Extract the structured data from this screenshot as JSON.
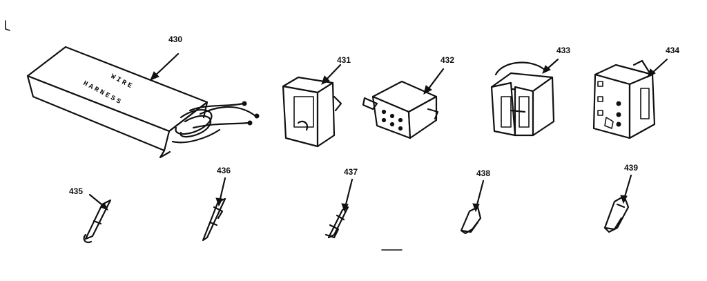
{
  "diagram": {
    "callouts": {
      "c430": "430",
      "c431": "431",
      "c432": "432",
      "c433": "433",
      "c434": "434",
      "c435": "435",
      "c436": "436",
      "c437": "437",
      "c438": "438",
      "c439": "439"
    },
    "box_text": {
      "line1": "WIRE",
      "line2": "HARNESS"
    }
  }
}
